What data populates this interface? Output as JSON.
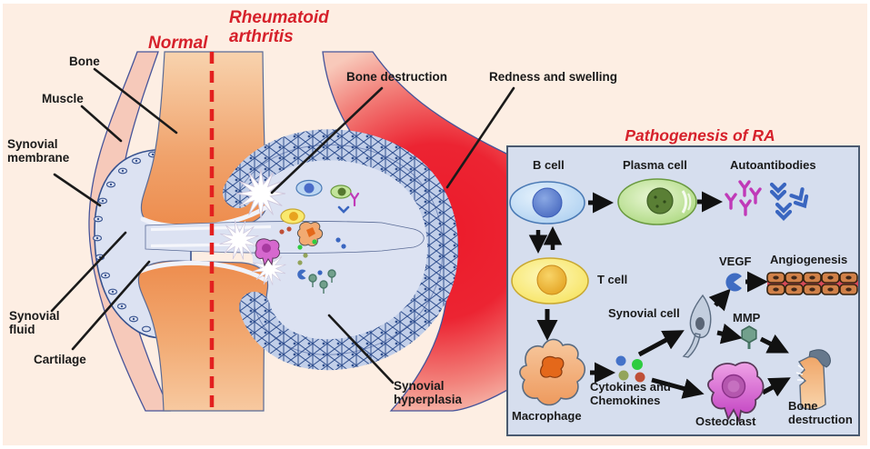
{
  "left_diagram": {
    "title_normal": "Normal",
    "title_ra": "Rheumatoid arthritis",
    "labels": {
      "bone": "Bone",
      "muscle": "Muscle",
      "synovial_membrane": "Synovial membrane",
      "synovial_fluid": "Synovial fluid",
      "cartilage": "Cartilage",
      "bone_destruction": "Bone destruction",
      "redness_swelling": "Redness and swelling",
      "synovial_hyperplasia": "Synovial hyperplasia"
    }
  },
  "panel": {
    "title": "Pathogenesis of RA",
    "nodes": {
      "b_cell": "B cell",
      "plasma_cell": "Plasma cell",
      "autoantibodies": "Autoantibodies",
      "t_cell": "T cell",
      "macrophage": "Macrophage",
      "cytokines": "Cytokines and Chemokines",
      "synovial_cell": "Synovial cell",
      "vegf": "VEGF",
      "angiogenesis": "Angiogenesis",
      "mmp": "MMP",
      "osteoclast": "Osteoclast",
      "bone_destruction": "Bone destruction"
    }
  },
  "colors": {
    "background": "#fdeee3",
    "title_red": "#d6212b",
    "dashed_divider_red": "#e3201f",
    "swelling_red": "#ec1a2a",
    "bone_orange": "#ef9355",
    "muscle_pink": "#f6c9ba",
    "cavity_blue": "#dce2f2",
    "membrane_blue": "#2e4a8f",
    "panel_bg": "#d6deee",
    "panel_border": "#4a5a70",
    "label_black": "#1a1a1a",
    "b_cell_blue": "#4a6cc8",
    "plasma_green": "#9fd36a",
    "t_cell_yellow": "#f7e14e",
    "macrophage_orange": "#ee9a5e",
    "osteoclast_magenta": "#c03ec0",
    "antibody_magenta": "#c03ab8",
    "antibody_blue": "#3a66c0"
  }
}
